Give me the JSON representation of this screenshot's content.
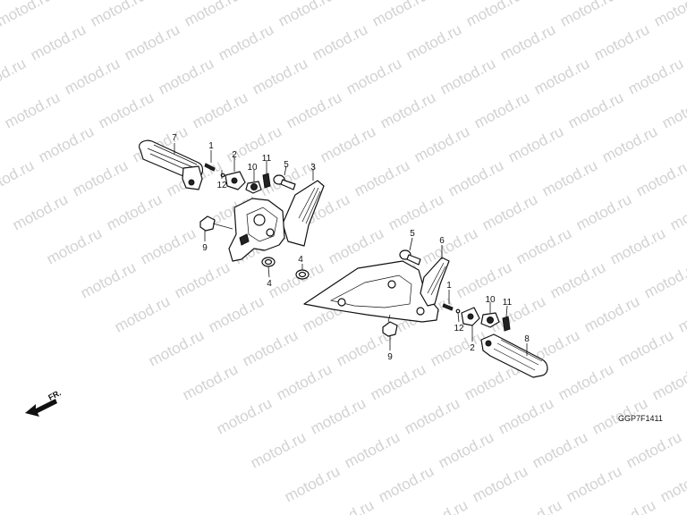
{
  "watermark": "motod.ru",
  "diagram_code": "GGP7F1411",
  "direction_label": "FR.",
  "callouts": [
    "1",
    "2",
    "3",
    "4",
    "5",
    "6",
    "7",
    "8",
    "9",
    "10",
    "11",
    "12"
  ]
}
